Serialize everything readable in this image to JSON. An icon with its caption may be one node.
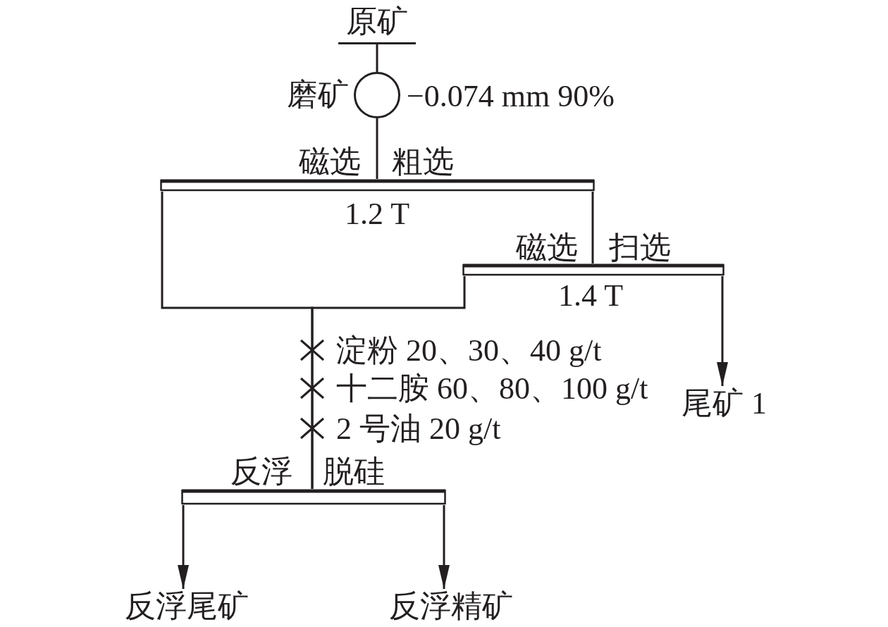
{
  "diagram": {
    "nodes": [
      {
        "text": [
          "原矿"
        ]
      },
      {
        "text": [],
        "shape": "circle",
        "beside": [
          "磨矿",
          "−0.074 mm 90%"
        ]
      },
      {
        "text": [],
        "shape": "bar",
        "beside": [
          "磁选",
          "粗选",
          "1.2 T"
        ]
      },
      {
        "text": [],
        "shape": "bar",
        "beside": [
          "磁选",
          "扫选",
          "1.4 T"
        ]
      },
      {
        "text": [
          "尾矿 1"
        ]
      },
      {
        "text": [],
        "shape": "bar",
        "beside": [
          "反浮",
          "脱硅"
        ]
      },
      {
        "text": [
          "反浮尾矿"
        ]
      },
      {
        "text": [
          "反浮精矿"
        ]
      }
    ],
    "edges": [
      {
        "from": 0,
        "to": 1,
        "arrow": "none"
      },
      {
        "from": 1,
        "to": 2,
        "arrow": "none"
      },
      {
        "from": 2,
        "to": 3,
        "arrow": "none"
      },
      {
        "from": 3,
        "to": 4,
        "arrow": "to"
      },
      {
        "from": 2,
        "to": 5,
        "arrow": "none"
      },
      {
        "from": 3,
        "to": 5,
        "arrow": "none"
      },
      {
        "from": 5,
        "to": 6,
        "arrow": "to"
      },
      {
        "from": 5,
        "to": 7,
        "arrow": "to"
      }
    ],
    "labels": [
      "淀粉 20、30、40 g/t",
      "十二胺 60、80、100 g/t",
      "2 号油 20 g/t"
    ]
  }
}
